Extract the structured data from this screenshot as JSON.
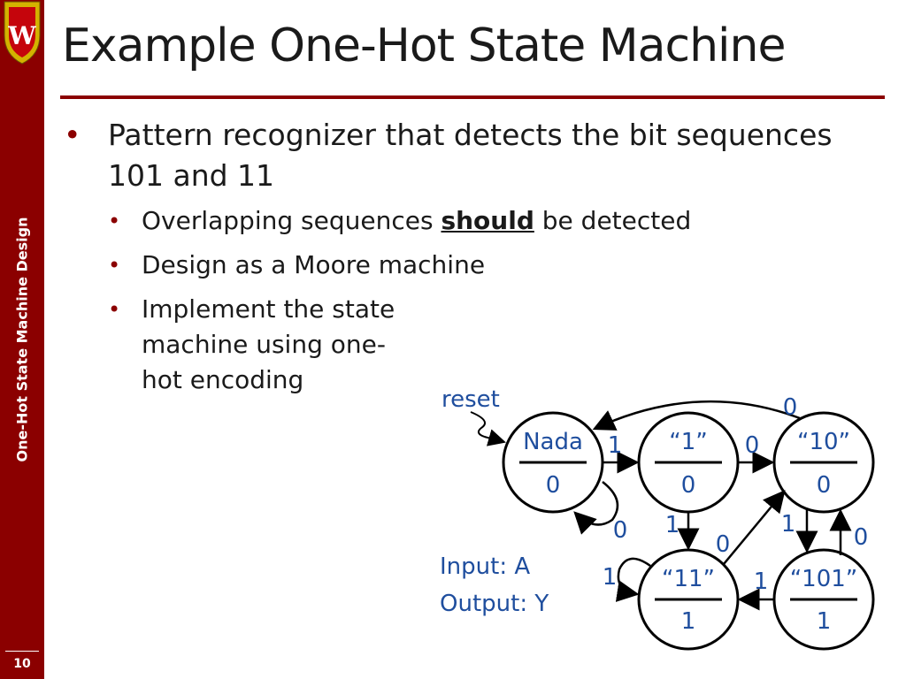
{
  "sidebar": {
    "vertical_title": "One-Hot State Machine Design",
    "page_number": "10"
  },
  "slide": {
    "title": "Example One-Hot State Machine",
    "bullet_main": "Pattern recognizer that detects the bit sequences 101 and 11",
    "sub1_pre": "Overlapping sequences ",
    "sub1_bold": "should",
    "sub1_post": " be detected",
    "sub2": "Design as a Moore machine",
    "sub3": "Implement the state machine using one-hot encoding"
  },
  "diagram": {
    "reset_label": "reset",
    "input_label": "Input: A",
    "output_label": "Output: Y",
    "states": [
      {
        "name": "Nada",
        "output": "0"
      },
      {
        "name": "“1”",
        "output": "0"
      },
      {
        "name": "“10”",
        "output": "0"
      },
      {
        "name": "“11”",
        "output": "1"
      },
      {
        "name": "“101”",
        "output": "1"
      }
    ],
    "transitions": [
      {
        "from": "Nada",
        "to": "“1”",
        "label": "1"
      },
      {
        "from": "Nada",
        "to": "Nada",
        "label": "0"
      },
      {
        "from": "“1”",
        "to": "“10”",
        "label": "0"
      },
      {
        "from": "“1”",
        "to": "“11”",
        "label": "1"
      },
      {
        "from": "“10”",
        "to": "Nada",
        "label": "0"
      },
      {
        "from": "“10”",
        "to": "“101”",
        "label": "1"
      },
      {
        "from": "“11”",
        "to": "“11”",
        "label": "1"
      },
      {
        "from": "“11”",
        "to": "“10”",
        "label": "0"
      },
      {
        "from": "“101”",
        "to": "“11”",
        "label": "1"
      },
      {
        "from": "“101”",
        "to": "“10”",
        "label": "0"
      }
    ],
    "colors": {
      "accent": "#8b0000",
      "diagram_text": "#1f4e9e",
      "lines": "#000000"
    }
  }
}
